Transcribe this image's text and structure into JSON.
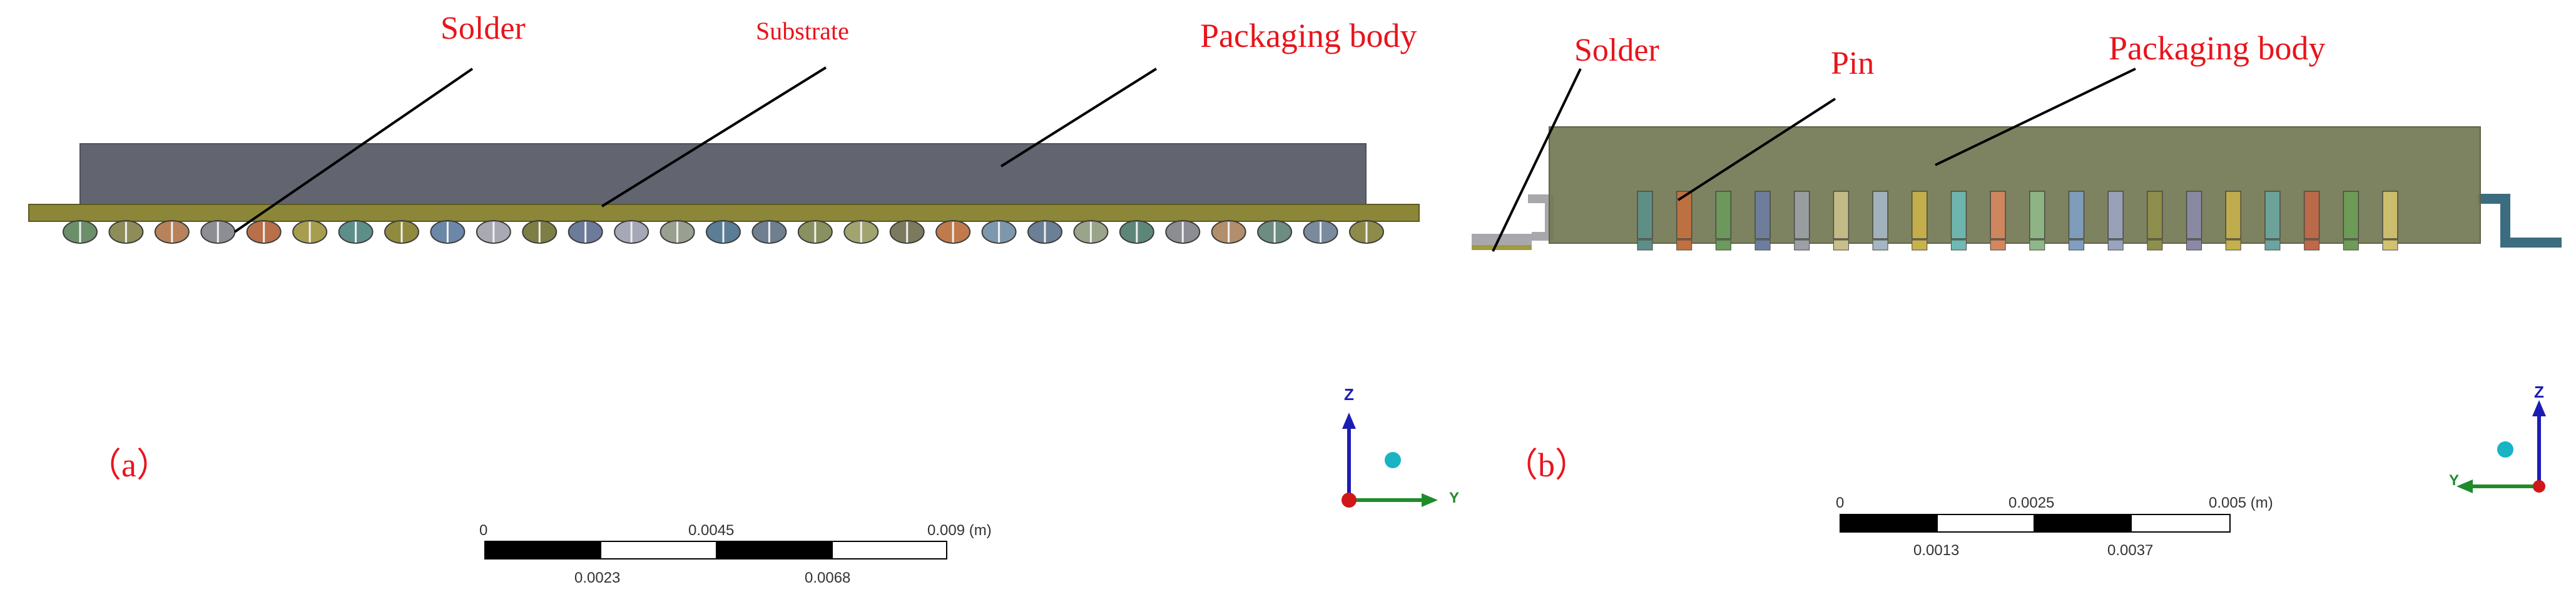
{
  "colors": {
    "label_red": "#e8141c",
    "body_gray": "#626570",
    "substrate_olive": "#8c8738",
    "body_olive": "#737a55",
    "triad_z": "#1c1cb4",
    "triad_y": "#1f8c2c",
    "triad_origin": "#d01818",
    "triad_ball": "#18b4c4"
  },
  "panel_a": {
    "caption": "（a）",
    "label_solder": "Solder",
    "label_substrate": "Substrate",
    "label_body": "Packaging body",
    "ball_colors": [
      "#6b8f6a",
      "#8e8d5a",
      "#b7825c",
      "#8c8e93",
      "#b8704a",
      "#a79d4e",
      "#5d8f8a",
      "#8f8a3e",
      "#6b88a8",
      "#a9a9b4",
      "#7d7e45",
      "#6d7b9a",
      "#a6a8b8",
      "#9aa08f",
      "#5b7d95",
      "#6f7f8f",
      "#8a9160",
      "#a2a470",
      "#7c7a5e",
      "#c07a4c",
      "#7d98ad",
      "#6b7f96",
      "#9aa48a",
      "#5e8678",
      "#8c8d92",
      "#b28e6c",
      "#6d8c82",
      "#7a8b9e",
      "#8e8a4a"
    ],
    "scale": {
      "t0": "0",
      "t1": "0.0045",
      "t2": "0.009 (m)",
      "b1": "0.0023",
      "b2": "0.0068"
    },
    "triad": {
      "z": "Z",
      "y": "Y"
    }
  },
  "panel_b": {
    "caption": "（b）",
    "label_solder": "Solder",
    "label_pin": "Pin",
    "label_body": "Packaging body",
    "pin_colors": [
      "#5c8f8a",
      "#c2703f",
      "#6a9a5c",
      "#6c7ea0",
      "#9aa0a6",
      "#c8c08c",
      "#a4b6c4",
      "#c9b24a",
      "#6dbab4",
      "#d4875e",
      "#8fb88a",
      "#7f9ec2",
      "#9aa4c0",
      "#8f8f4c",
      "#8a8aa8",
      "#c4b04c",
      "#6ba5a0",
      "#c06848",
      "#6c9c58",
      "#d2c270"
    ],
    "scale": {
      "t0": "0",
      "t1": "0.0025",
      "t2": "0.005 (m)",
      "b1": "0.0013",
      "b2": "0.0037"
    },
    "triad": {
      "z": "Z",
      "y": "Y"
    }
  }
}
